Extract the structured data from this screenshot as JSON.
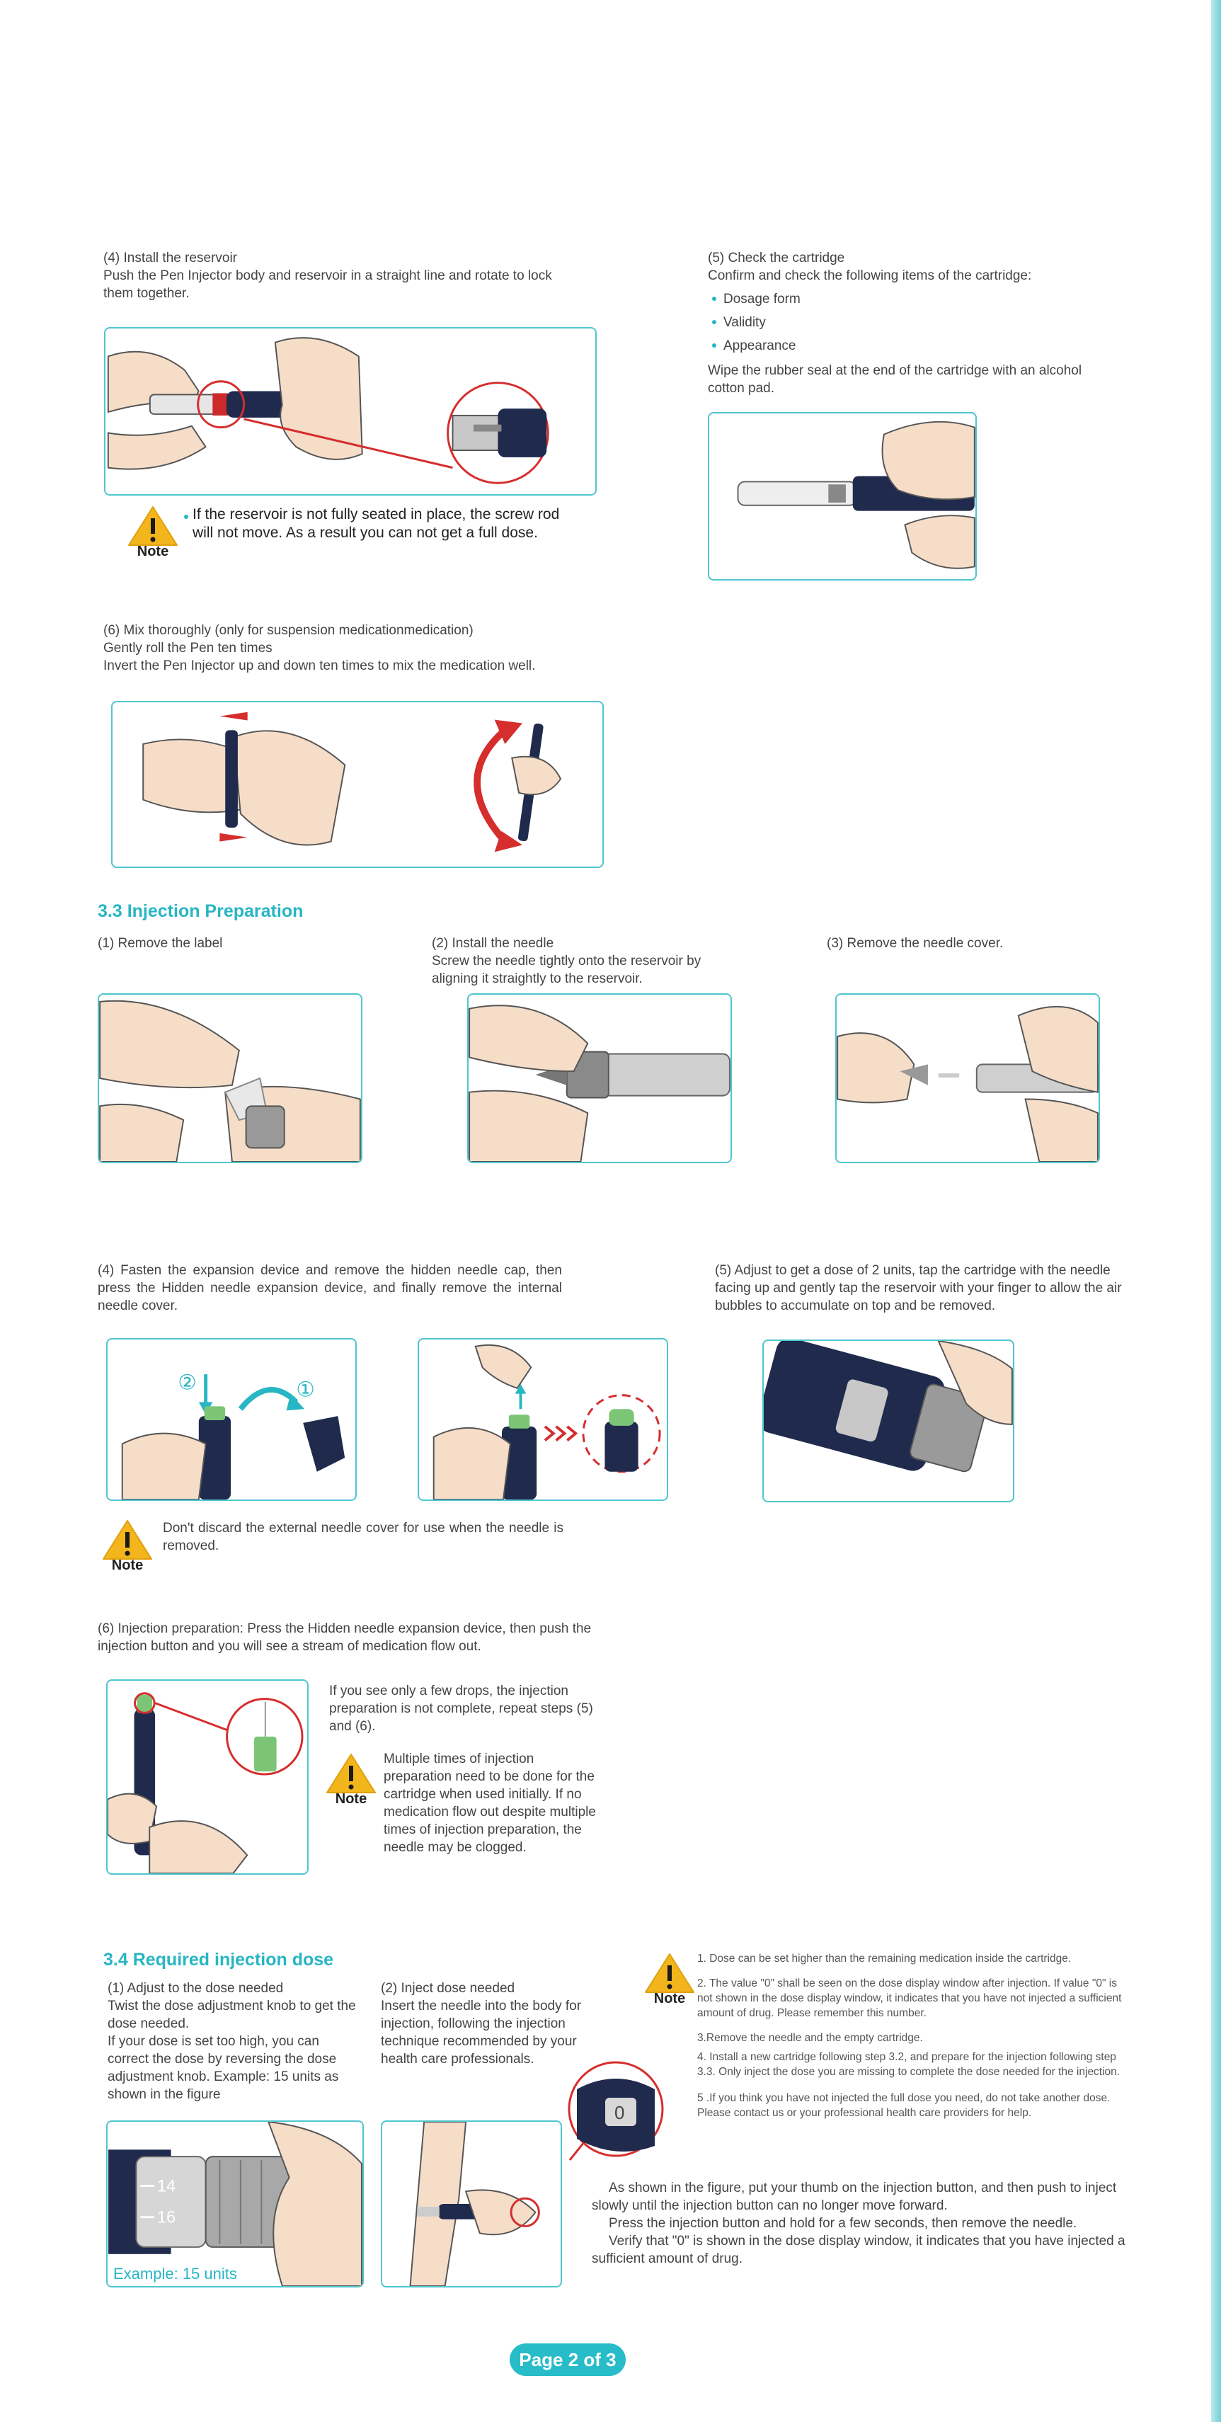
{
  "s4": {
    "title": "(4) Install the reservoir",
    "body": "Push the Pen Injector body and reservoir in a straight line and rotate to lock them together.",
    "note_label": "Note",
    "note_text": "If the reservoir is not fully seated in place, the screw rod will not move. As a result you can not get a full dose."
  },
  "s5": {
    "title": "(5) Check the cartridge",
    "intro": "Confirm and check the following items of the cartridge:",
    "items": [
      "Dosage form",
      "Validity",
      "Appearance"
    ],
    "wipe": "Wipe the rubber seal at the end of the cartridge with an alcohol cotton pad."
  },
  "s6": {
    "title": "(6) Mix thoroughly (only for suspension medicationmedication)",
    "line1": "Gently roll the Pen ten times",
    "line2": "Invert the Pen Injector up and down ten times to mix the medication well."
  },
  "sec33": {
    "heading": "3.3 Injection Preparation",
    "step1": "(1) Remove the label",
    "step2_title": "(2) Install the needle",
    "step2_body": "Screw the needle tightly onto the reservoir by aligning it straightly to the reservoir.",
    "step3": "(3) Remove the needle cover.",
    "step4": "(4) Fasten the expansion device and remove the hidden needle cap, then press the Hidden needle expansion device, and finally remove the internal needle cover.",
    "step5": "(5) Adjust to get a dose of 2 units, tap the cartridge with the needle facing up and gently tap the reservoir with your finger to allow the air bubbles to accumulate on top and be removed.",
    "badge_2": "②",
    "badge_1": "①",
    "note_label": "Note",
    "note4": "Don't discard the external needle cover for use when the needle is removed.",
    "step6": "(6) Injection preparation: Press the Hidden needle expansion device, then push the injection button and you will see a stream of medication flow out.",
    "step6_right": "If you see only a few drops, the injection preparation is not complete, repeat steps (5) and (6).",
    "note6": "Multiple times of injection preparation need to be done for the cartridge when used initially. If no medication flow out despite multiple times of injection preparation, the needle may be clogged."
  },
  "sec34": {
    "heading": "3.4 Required injection dose",
    "step1_title": "(1) Adjust to the dose needed",
    "step1_body": "Twist the dose adjustment knob to get the dose needed.",
    "step1_body2": "If your dose is set too high, you can correct the dose by reversing the dose adjustment knob. Example: 15 units as shown in the figure",
    "step2_title": "(2)  Inject dose needed",
    "step2_body": "Insert the needle into the body for injection, following the injection technique recommended by your health care professionals.",
    "note_label": "Note",
    "notes": [
      "1.  Dose can be set higher than the remaining medication inside the cartridge.",
      "2.  The value \"0\" shall be seen on the dose display window after injection. If value \"0\" is not shown in the dose display window, it indicates that you have not injected a sufficient amount of drug. Please remember this number.",
      "3.Remove the needle and the empty cartridge.",
      "4.  Install a new cartridge following step 3.2, and prepare for the injection following step 3.3. Only inject the dose you are missing to complete the dose needed for the injection.",
      "5 .If you think you have not injected the full dose you need, do not take another dose. Please contact us or your professional health care providers for help."
    ],
    "instr1": "As shown in the figure, put your thumb on the injection button, and then push to inject slowly until the injection button can no longer move forward.",
    "instr2": "Press the injection button and hold for a few seconds, then remove the needle.",
    "instr3": "Verify that \"0\" is shown in the dose display window, it indicates that you have injected a sufficient amount of drug.",
    "dial_14": "14",
    "dial_16": "16",
    "dial_0": "0",
    "example": "Example: 15 units"
  },
  "footer": {
    "page": "Page 2 of 3"
  },
  "colors": {
    "accent": "#27b6c4",
    "frame": "#4fc6cf",
    "warning": "#f2b51c",
    "pen": "#1f2a4d",
    "alert": "#d62d2d"
  }
}
